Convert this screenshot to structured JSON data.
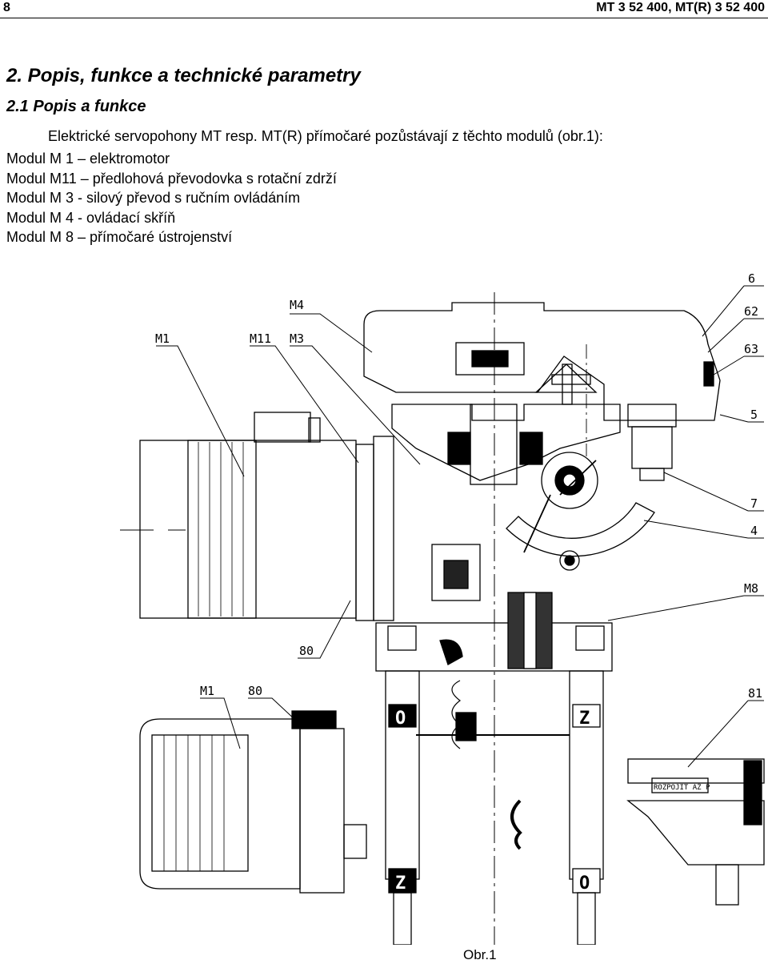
{
  "header": {
    "page_number": "8",
    "product": "MT  3  52 400, MT(R)  3  52 400"
  },
  "section": {
    "title": "2.  Popis, funkce a technické parametry",
    "subsection": "2.1   Popis a funkce",
    "intro": "Elektrické servopohony MT resp. MT(R)  přímočaré pozůstávají z těchto modulů (obr.1):",
    "modules": [
      "Modul M 1 – elektromotor",
      "Modul M11 – předlohová převodovka s rotační zdrží",
      "Modul M 3 - silový převod s ručním ovládáním",
      "Modul M 4 - ovládací skříň",
      "Modul M 8 – přímočaré ústrojenství"
    ]
  },
  "figure": {
    "labels": {
      "m1_top": "M1",
      "m11": "M11",
      "m3": "M3",
      "m4": "M4",
      "n6": "6",
      "n62": "62",
      "n63": "63",
      "n5": "5",
      "n7": "7",
      "n4": "4",
      "m8": "M8",
      "n80_mid": "80",
      "m1_bottom": "M1",
      "n80_bottom": "80",
      "n81": "81",
      "rozpojit": "ROZPOJIT AŽ P",
      "scale_o_left": "O",
      "scale_z_right": "Z",
      "scale_z_left": "Z",
      "scale_o_right": "O"
    },
    "caption": "Obr.1"
  }
}
